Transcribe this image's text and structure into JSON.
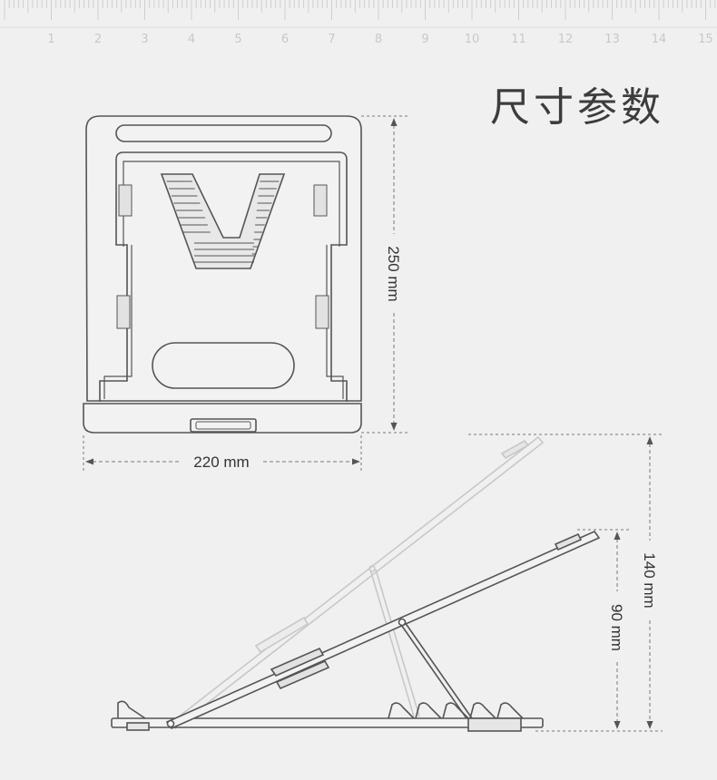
{
  "title": "尺寸参数",
  "ruler": {
    "numbers": [
      "1",
      "2",
      "3",
      "4",
      "5",
      "6",
      "7",
      "8",
      "9",
      "10",
      "11",
      "12",
      "13",
      "14",
      "15"
    ]
  },
  "dimensions": {
    "width": "220 mm",
    "depth": "250 mm",
    "max_height": "140 mm",
    "min_height": "90 mm"
  }
}
